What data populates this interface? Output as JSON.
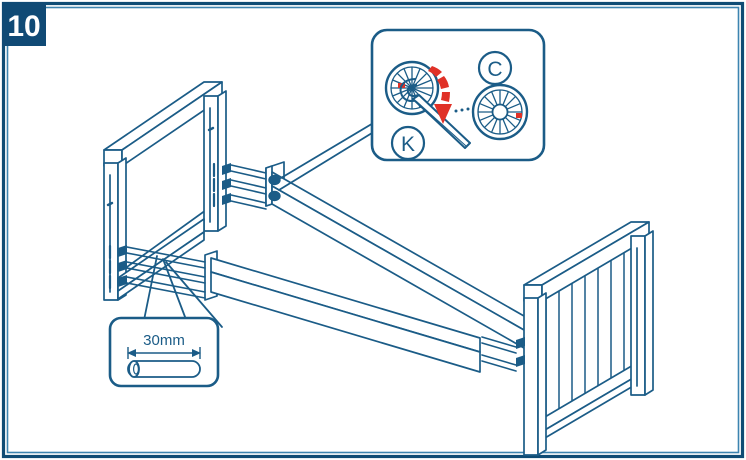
{
  "sheet": {
    "step_number": "10",
    "frame_color_outer": "#0f4c75",
    "frame_color_inner": "#2a7fae",
    "background": "#ffffff"
  },
  "badge": {
    "label": "10",
    "background": "#104a75",
    "text_color": "#ffffff"
  },
  "line_art": {
    "stroke": "#1b5c87",
    "accent_red": "#e03127",
    "fill": "#ffffff",
    "description": "Isometric line drawing of a bed frame: headboard at left, slatted footboard at right, two side rails joining them with dowels and cam fittings."
  },
  "callouts": [
    {
      "id": "cam-tool-callout",
      "position": "top-right",
      "parts": [
        {
          "letter": "C",
          "name": "cam-lock-disc"
        },
        {
          "letter": "K",
          "name": "hex-key-tool"
        }
      ],
      "arrow": {
        "name": "rotation-arrow",
        "color": "#e03127",
        "direction": "clockwise-down",
        "meaning": "turn to tighten"
      }
    },
    {
      "id": "dowel-dimension-callout",
      "position": "bottom-left",
      "dimension_label": "30mm",
      "part_name": "wooden-dowel"
    }
  ],
  "assembly": {
    "headboard": "headboard-panel-left",
    "footboard": "slatted-footboard-right",
    "rails": [
      "upper-side-rail",
      "lower-side-rail"
    ],
    "fasteners": [
      "dowel",
      "cam-lock"
    ]
  }
}
